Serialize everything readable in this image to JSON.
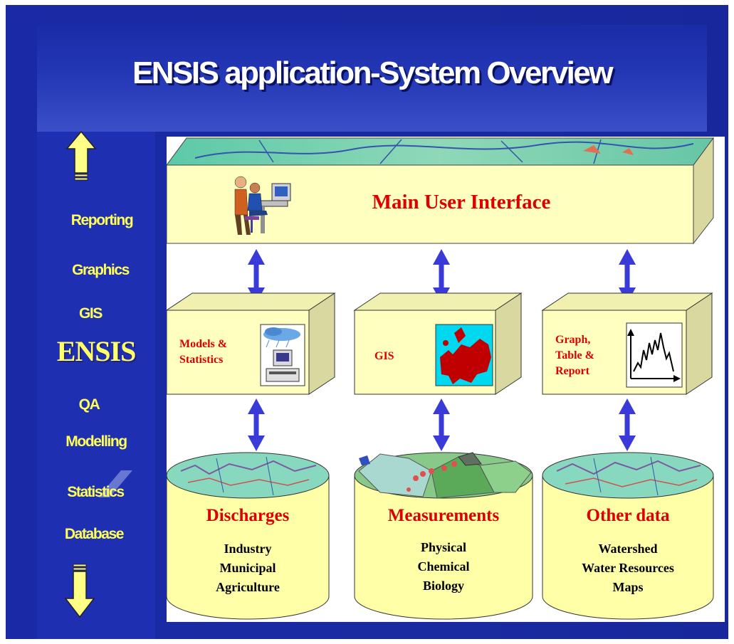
{
  "title": "ENSIS application-System Overview",
  "sidebar": {
    "items": [
      "Reporting",
      "Graphics",
      "GIS",
      "QA",
      "Modelling",
      "Statistics",
      "Database"
    ],
    "logo": "ENSIS"
  },
  "diagram": {
    "main": "Main User Interface",
    "modules": [
      {
        "lines": [
          "Models &",
          "Statistics"
        ]
      },
      {
        "lines": [
          "GIS"
        ]
      },
      {
        "lines": [
          "Graph,",
          "Table &",
          "Report"
        ]
      }
    ],
    "databases": [
      {
        "title": "Discharges",
        "items": [
          "Industry",
          "Municipal",
          "Agriculture"
        ]
      },
      {
        "title": "Measurements",
        "items": [
          "Physical",
          "Chemical",
          "Biology"
        ]
      },
      {
        "title": "Other data",
        "items": [
          "Watershed",
          "Water Resources",
          "Maps"
        ]
      }
    ]
  },
  "colors": {
    "background": "#1a2aa6",
    "sidebar": "#1f2fb2",
    "sidebar_text": "#ffff55",
    "box_fill": "#ffffc0",
    "box_label": "#dd0000",
    "arrow": "#3a3ad8"
  }
}
